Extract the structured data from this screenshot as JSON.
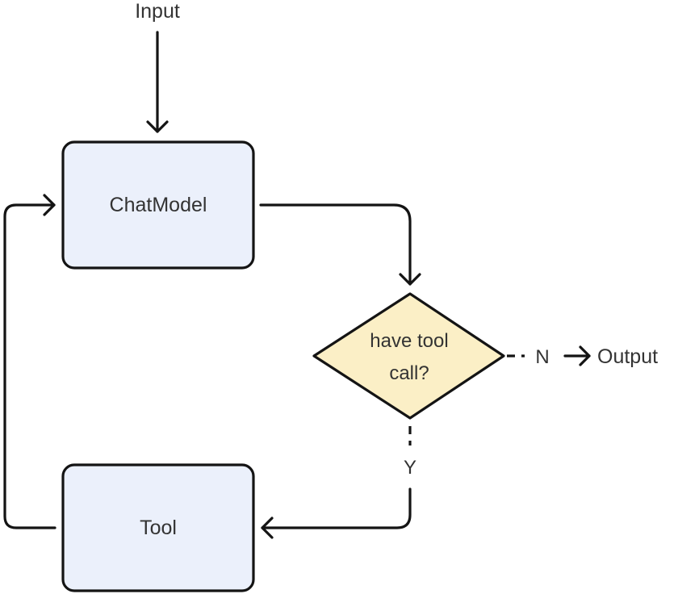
{
  "diagram": {
    "input_label": "Input",
    "chat_model_label": "ChatModel",
    "decision_line1": "have tool",
    "decision_line2": "call?",
    "no_label": "N",
    "output_label": "Output",
    "yes_label": "Y",
    "tool_label": "Tool"
  },
  "colors": {
    "box_fill": "#ebf0fb",
    "decision_fill": "#fbefc6",
    "stroke": "#141414",
    "text": "#333333"
  }
}
